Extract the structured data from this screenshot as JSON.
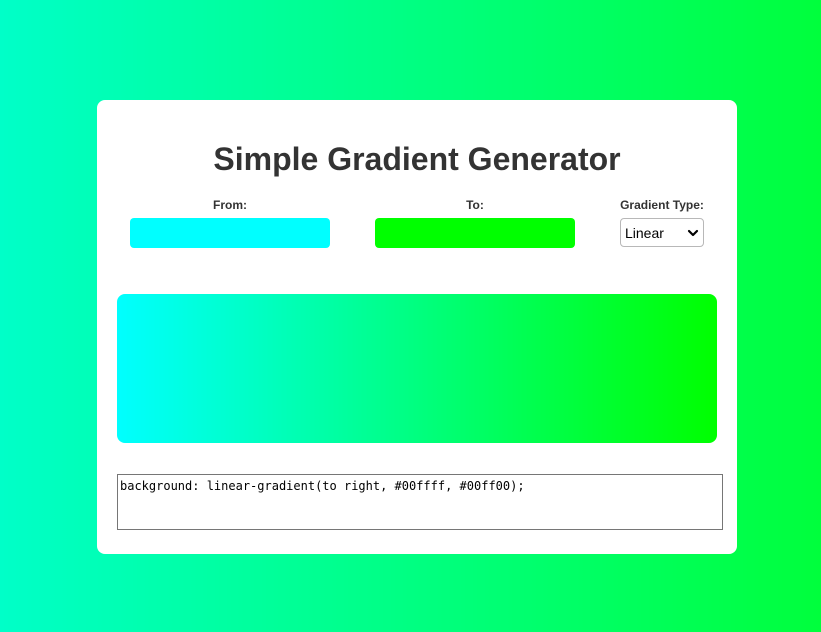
{
  "app": {
    "title": "Simple Gradient Generator"
  },
  "controls": {
    "from": {
      "label": "From:",
      "color": "#00ffff"
    },
    "to": {
      "label": "To:",
      "color": "#00ff00"
    },
    "gradient_type": {
      "label": "Gradient Type:",
      "selected": "Linear"
    }
  },
  "output": {
    "css": "background: linear-gradient(to right, #00ffff, #00ff00);"
  },
  "icons": {
    "select_arrow": "chevron-down-icon"
  }
}
